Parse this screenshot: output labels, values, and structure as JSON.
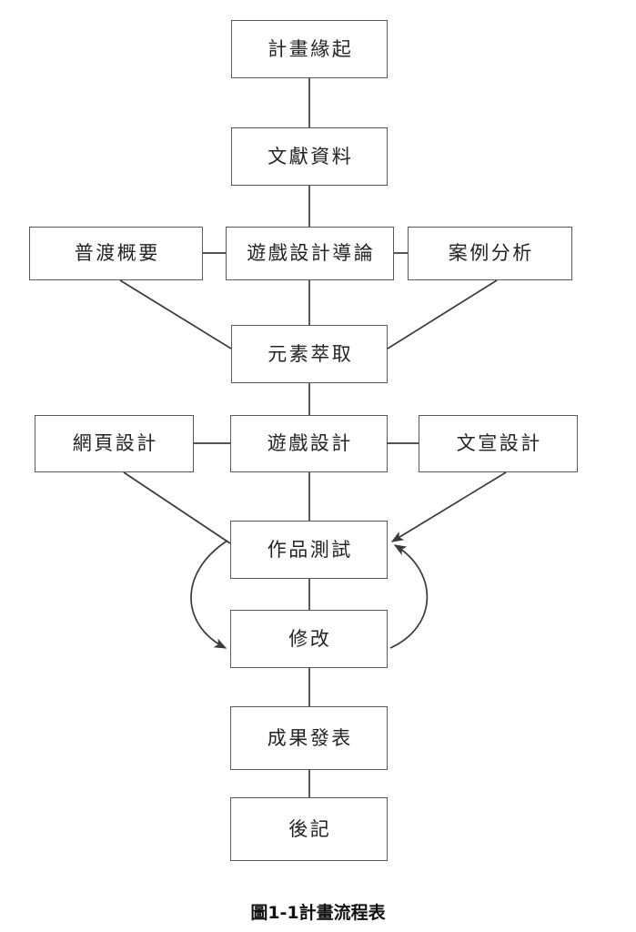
{
  "figure": {
    "caption": "圖1-1計畫流程表",
    "type": "flowchart",
    "title": "計畫流程表",
    "number": "圖1-1"
  },
  "style": {
    "box_border_color": "#5a5a5a",
    "text_color": "#232323",
    "background_color": "#ffffff",
    "connector_color": "#3a3a3a"
  },
  "nodes": [
    {
      "id": "origin",
      "label": "計畫緣起",
      "row": 1,
      "column": "center"
    },
    {
      "id": "literature",
      "label": "文獻資料",
      "row": 2,
      "column": "center"
    },
    {
      "id": "purdue",
      "label": "普渡概要",
      "row": 3,
      "column": "left"
    },
    {
      "id": "gamedesign-intro",
      "label": "遊戲設計導論",
      "row": 3,
      "column": "center"
    },
    {
      "id": "casestudy",
      "label": "案例分析",
      "row": 3,
      "column": "right"
    },
    {
      "id": "element",
      "label": "元素萃取",
      "row": 4,
      "column": "center"
    },
    {
      "id": "web",
      "label": "網頁設計",
      "row": 5,
      "column": "left"
    },
    {
      "id": "game",
      "label": "遊戲設計",
      "row": 5,
      "column": "center"
    },
    {
      "id": "promo",
      "label": "文宣設計",
      "row": 5,
      "column": "right"
    },
    {
      "id": "test",
      "label": "作品測試",
      "row": 6,
      "column": "center"
    },
    {
      "id": "revise",
      "label": "修改",
      "row": 7,
      "column": "center"
    },
    {
      "id": "publish",
      "label": "成果發表",
      "row": 8,
      "column": "center"
    },
    {
      "id": "postscript",
      "label": "後記",
      "row": 9,
      "column": "center"
    }
  ],
  "connectors": [
    {
      "from": "origin",
      "to": "literature",
      "kind": "line-vertical",
      "arrow": false
    },
    {
      "from": "literature",
      "to": "gamedesign-intro",
      "kind": "line-vertical",
      "arrow": false
    },
    {
      "from": "purdue",
      "to": "gamedesign-intro",
      "kind": "line-horizontal",
      "arrow": false
    },
    {
      "from": "gamedesign-intro",
      "to": "casestudy",
      "kind": "line-horizontal",
      "arrow": false
    },
    {
      "from": "gamedesign-intro",
      "to": "element",
      "kind": "line-vertical",
      "arrow": false
    },
    {
      "from": "purdue",
      "to": "element",
      "kind": "line-diagonal",
      "arrow": false
    },
    {
      "from": "casestudy",
      "to": "element",
      "kind": "line-diagonal",
      "arrow": false
    },
    {
      "from": "element",
      "to": "game",
      "kind": "line-vertical",
      "arrow": false
    },
    {
      "from": "web",
      "to": "game",
      "kind": "line-horizontal",
      "arrow": false
    },
    {
      "from": "game",
      "to": "promo",
      "kind": "line-horizontal",
      "arrow": false
    },
    {
      "from": "game",
      "to": "test",
      "kind": "line-vertical",
      "arrow": false
    },
    {
      "from": "web",
      "to": "test",
      "kind": "line-diagonal",
      "arrow": false
    },
    {
      "from": "promo",
      "to": "test",
      "kind": "line-diagonal",
      "arrow": true
    },
    {
      "from": "test",
      "to": "revise",
      "kind": "line-vertical",
      "arrow": false
    },
    {
      "from": "test",
      "to": "revise",
      "kind": "curve-left",
      "arrow": true
    },
    {
      "from": "revise",
      "to": "test",
      "kind": "curve-right",
      "arrow": true
    },
    {
      "from": "revise",
      "to": "publish",
      "kind": "line-vertical",
      "arrow": false
    },
    {
      "from": "publish",
      "to": "postscript",
      "kind": "line-vertical",
      "arrow": false
    }
  ]
}
